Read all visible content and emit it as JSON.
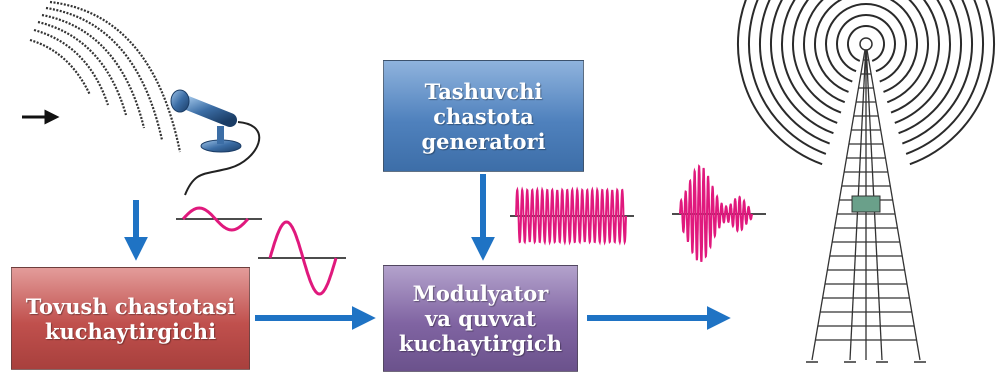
{
  "blocks": {
    "carrier_generator": {
      "lines": [
        "Tashuvchi",
        "chastota",
        "generatori"
      ]
    },
    "audio_amplifier": {
      "lines": [
        "Tovush chastotasi",
        "kuchaytirgichi"
      ]
    },
    "modulator_amplifier": {
      "lines": [
        "Modulyator",
        "va quvvat",
        "kuchaytirgich"
      ]
    }
  },
  "colors": {
    "arrow": "#1f73c4",
    "waveform": "#e0197d",
    "carrier_box": "#4f81bd",
    "audio_box": "#c0504d",
    "modulator_box": "#8064a2",
    "line_art": "#333333"
  },
  "icons": [
    "sound-wave-icon",
    "microphone-icon",
    "radio-tower-icon"
  ]
}
